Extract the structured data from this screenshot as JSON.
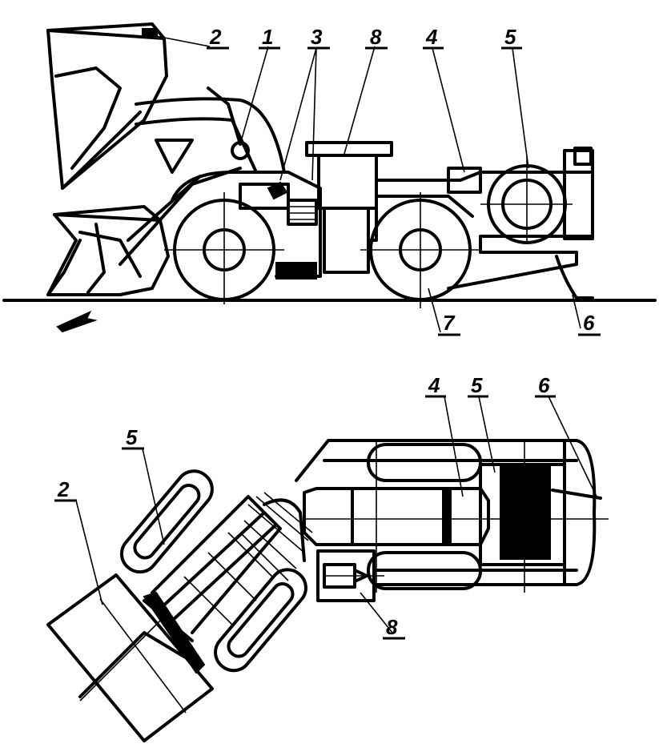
{
  "side_view": {
    "labels": [
      {
        "id": "2",
        "text": "2"
      },
      {
        "id": "1",
        "text": "1"
      },
      {
        "id": "3",
        "text": "3"
      },
      {
        "id": "8",
        "text": "8"
      },
      {
        "id": "4",
        "text": "4"
      },
      {
        "id": "5",
        "text": "5"
      },
      {
        "id": "7",
        "text": "7"
      },
      {
        "id": "6",
        "text": "6"
      }
    ]
  },
  "top_view": {
    "labels": [
      {
        "id": "4",
        "text": "4"
      },
      {
        "id": "5a",
        "text": "5"
      },
      {
        "id": "6",
        "text": "6"
      },
      {
        "id": "5b",
        "text": "5"
      },
      {
        "id": "2",
        "text": "2"
      },
      {
        "id": "8",
        "text": "8"
      }
    ]
  }
}
